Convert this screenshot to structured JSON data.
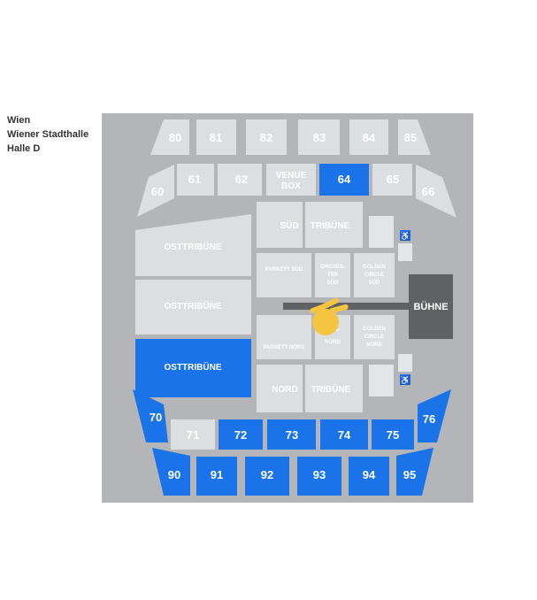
{
  "venue": {
    "city": "Wien",
    "name": "Wiener Stadthalle",
    "hall": "Halle D"
  },
  "colors": {
    "background": "#b3b5b8",
    "available": "#1a73e8",
    "unavailable": "#dcdfe2",
    "stage": "#5f6164",
    "cursor": "#f5c542"
  },
  "sections": {
    "s80": "80",
    "s81": "81",
    "s82": "82",
    "s83": "83",
    "s84": "84",
    "s85": "85",
    "s60": "60",
    "s61": "61",
    "s62": "62",
    "venue_box": "VENUE BOX",
    "s64": "64",
    "s65": "65",
    "s66": "66",
    "sued": "SÜD",
    "tribuene_sued": "TRIBÜNE",
    "ost1": "OSTTRIBÜNE",
    "ost2": "OSTTRIBÜNE",
    "ost3": "OSTTRIBÜNE",
    "parkett_sued": "PARKETT SÜD",
    "orchester_sued": "ORCHES- TER SÜD",
    "golden_circle_sued": "GOLDEN CIRCLE SÜD",
    "parkett_nord": "PARKETT NORD",
    "orchester_nord": "-S- NORD",
    "golden_circle_nord": "GOLDEN CIRCLE NORD",
    "buehne": "BÜHNE",
    "nord": "NORD",
    "tribuene_nord": "TRIBÜNE",
    "s70": "70",
    "s71": "71",
    "s72": "72",
    "s73": "73",
    "s74": "74",
    "s75": "75",
    "s76": "76",
    "s90": "90",
    "s91": "91",
    "s92": "92",
    "s93": "93",
    "s94": "94",
    "s95": "95"
  }
}
